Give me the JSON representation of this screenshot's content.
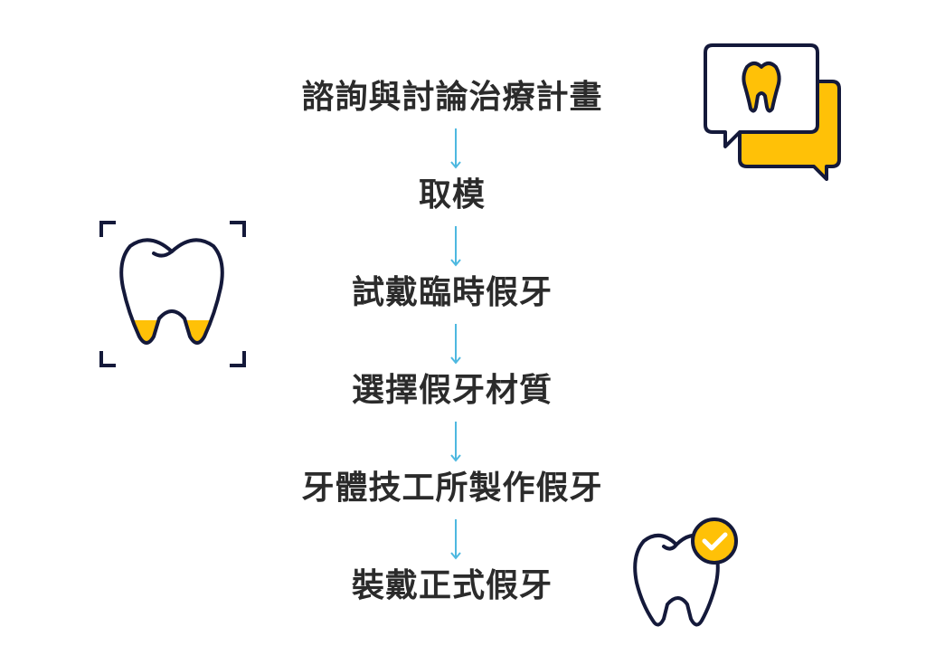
{
  "steps": [
    "諮詢與討論治療計畫",
    "取模",
    "試戴臨時假牙",
    "選擇假牙材質",
    "牙體技工所製作假牙",
    "裝戴正式假牙"
  ],
  "icons": {
    "consult": "speech-bubble-tooth-icon",
    "scan": "tooth-scan-icon",
    "check": "tooth-check-icon"
  },
  "colors": {
    "text": "#2b2b2b",
    "arrow": "#4db8e0",
    "outline": "#14193a",
    "accent": "#ffc107"
  }
}
